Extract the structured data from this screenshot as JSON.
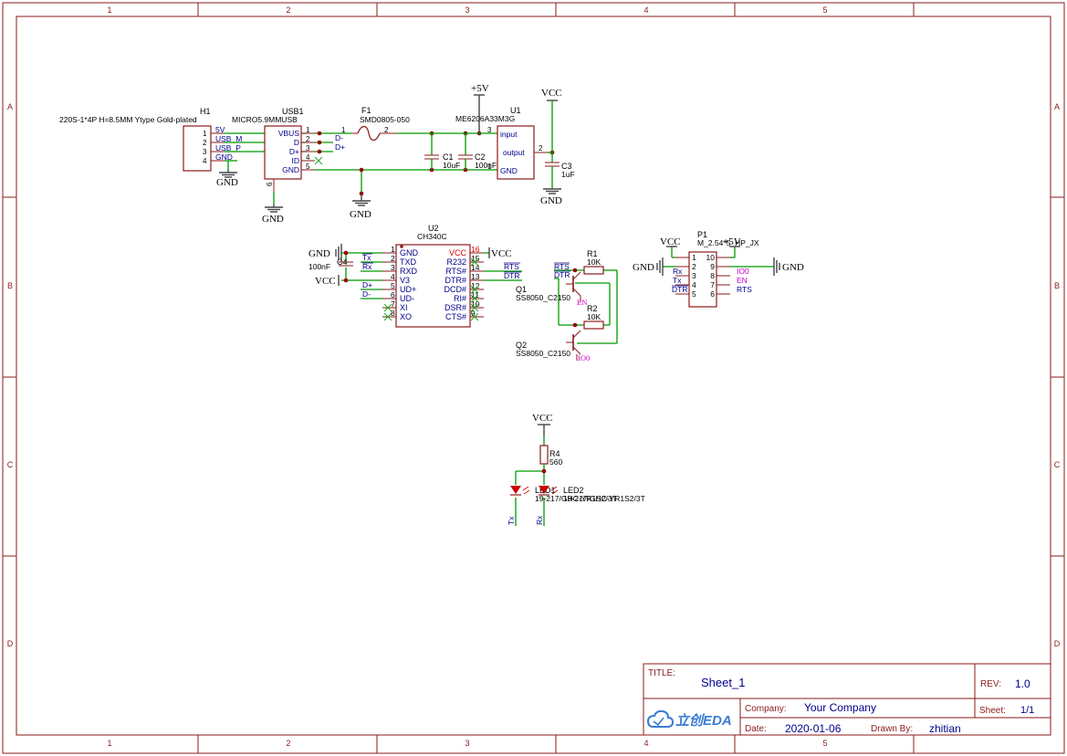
{
  "frame": {
    "cols": [
      "1",
      "2",
      "3",
      "4",
      "5"
    ],
    "rows": [
      "A",
      "B",
      "C",
      "D"
    ]
  },
  "nets": {
    "gnd": "GND",
    "vcc": "VCC",
    "p5v": "+5V",
    "tx": "Tx",
    "rx": "Rx",
    "dplus": "D+",
    "dminus": "D-",
    "rts": "RTS",
    "dtr": "DTR",
    "en": "EN",
    "io0": "IO0"
  },
  "components": {
    "h1": {
      "ref": "H1",
      "value": "220S-1*4P H=8.5MM Ytype Gold-plated",
      "pins": [
        "1",
        "2",
        "3",
        "4"
      ],
      "pin_names": [
        "5V",
        "USB_M",
        "USB_P",
        "GND"
      ]
    },
    "usb1": {
      "ref": "USB1",
      "value": "MICRO5.9MMUSB",
      "pin_names": [
        "VBUS",
        "D",
        "D+",
        "ID",
        "GND"
      ],
      "pins": [
        "1",
        "2",
        "3",
        "4",
        "5"
      ],
      "shell_pin": "6"
    },
    "f1": {
      "ref": "F1",
      "value": "SMD0805-050",
      "pin1": "1",
      "pin2": "2"
    },
    "c1": {
      "ref": "C1",
      "value": "10uF"
    },
    "c2": {
      "ref": "C2",
      "value": "100nF"
    },
    "c3": {
      "ref": "C3",
      "value": "1uF"
    },
    "c4": {
      "ref": "C4",
      "value": "100nF"
    },
    "u1": {
      "ref": "U1",
      "value": "ME6206A33M3G",
      "pins": {
        "input": "input",
        "output": "output",
        "gnd": "GND",
        "p1": "1",
        "p2": "2",
        "p3": "3"
      }
    },
    "u2": {
      "ref": "U2",
      "value": "CH340C",
      "left_pins": [
        "1",
        "2",
        "3",
        "4",
        "5",
        "6",
        "7",
        "8"
      ],
      "left_names": [
        "GND",
        "TXD",
        "RXD",
        "V3",
        "UD+",
        "UD-",
        "XI",
        "XO"
      ],
      "right_pins": [
        "16",
        "15",
        "14",
        "13",
        "12",
        "11",
        "10",
        "9"
      ],
      "right_names": [
        "VCC",
        "R232",
        "RTS#",
        "DTR#",
        "DCD#",
        "RI#",
        "DSR#",
        "CTS#"
      ]
    },
    "r1": {
      "ref": "R1",
      "value": "10K"
    },
    "r2": {
      "ref": "R2",
      "value": "10K"
    },
    "r4": {
      "ref": "R4",
      "value": "560"
    },
    "q1": {
      "ref": "Q1",
      "value": "SS8050_C2150"
    },
    "q2": {
      "ref": "Q2",
      "value": "SS8050_C2150"
    },
    "p1": {
      "ref": "P1",
      "value": "M_2.54*5_HP_JX",
      "left_pins": [
        "1",
        "2",
        "3",
        "4",
        "5"
      ],
      "right_pins": [
        "10",
        "9",
        "8",
        "7",
        "6"
      ]
    },
    "led1": {
      "ref": "LED1",
      "value": "19-217/GHC-YR1S2/3T"
    },
    "led2": {
      "ref": "LED2",
      "value": "19-217/GHC-YR1S2/3T"
    }
  },
  "title_block": {
    "title_label": "TITLE:",
    "title": "Sheet_1",
    "rev_label": "REV:",
    "rev": "1.0",
    "company_label": "Company:",
    "company": "Your Company",
    "sheet_label": "Sheet:",
    "sheet": "1/1",
    "date_label": "Date:",
    "date": "2020-01-06",
    "drawn_label": "Drawn By:",
    "drawn_by": "zhitian",
    "logo_text": "立创EDA"
  }
}
